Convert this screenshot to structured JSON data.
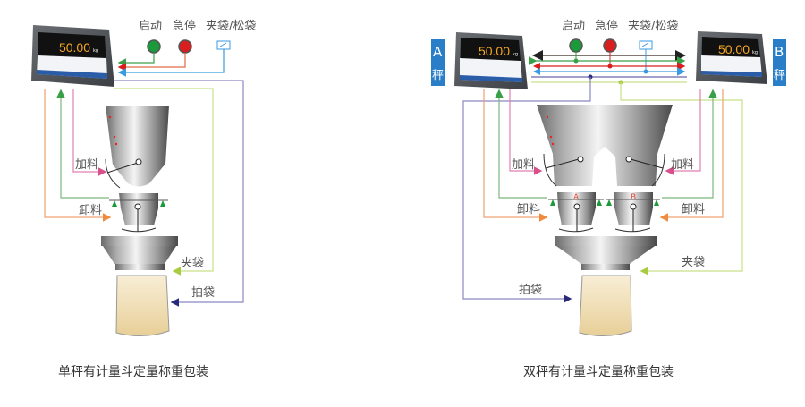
{
  "colors": {
    "start": "#1a9a3a",
    "stop": "#d81e1e",
    "clamp_switch": "#3a9ae0",
    "feed": "#d8508a",
    "discharge": "#f08a3c",
    "weigh_signal": "#3aa048",
    "clamp_bag": "#b8d860",
    "pat_bag": "#3a3a8a",
    "scale_tag": "#2a7ec8"
  },
  "single": {
    "controls": {
      "start": "启动",
      "stop": "急停",
      "clamp": "夹袋/松袋"
    },
    "display": {
      "reading": "50.00",
      "unit": "kg"
    },
    "labels": {
      "feed": "加料",
      "discharge": "卸料",
      "clamp_bag": "夹袋",
      "pat_bag": "拍袋"
    },
    "caption": "单秤有计量斗定量称重包装"
  },
  "double": {
    "controls": {
      "start": "启动",
      "stop": "急停",
      "clamp": "夹袋/松袋"
    },
    "scale_a": {
      "tag_letter": "A",
      "tag_word": "秤",
      "reading": "50.00",
      "unit": "kg",
      "hopper": "A"
    },
    "scale_b": {
      "tag_letter": "B",
      "tag_word": "秤",
      "reading": "50.00",
      "unit": "kg",
      "hopper": "B"
    },
    "labels": {
      "feed_a": "加料",
      "feed_b": "加料",
      "discharge_a": "卸料",
      "discharge_b": "卸料",
      "clamp_bag": "夹袋",
      "pat_bag": "拍袋"
    },
    "caption": "双秤有计量斗定量称重包装"
  }
}
